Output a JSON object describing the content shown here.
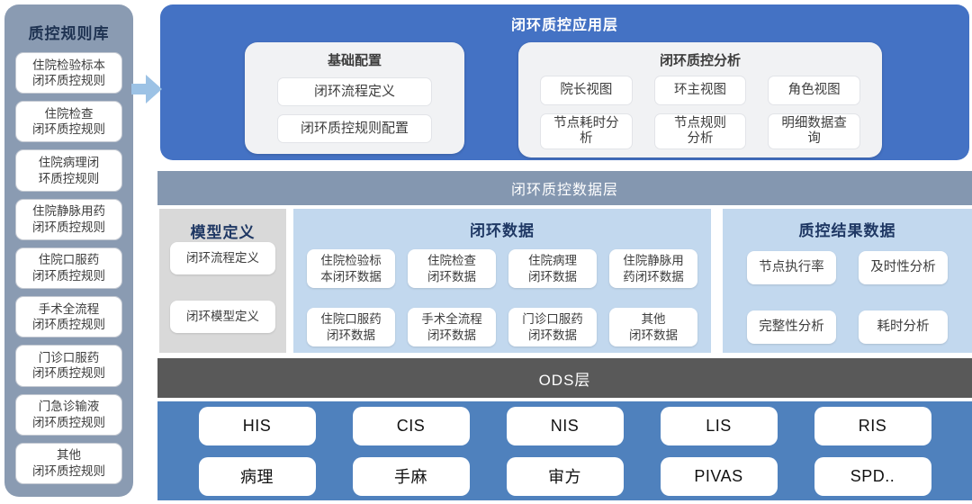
{
  "colors": {
    "app_layer_blue": "#4472c4",
    "sidebar_blue_gray": "#8a9bb2",
    "data_header_blue_gray": "#8497b0",
    "light_blue_panel": "#c2d8ee",
    "gray_panel": "#d9d9d9",
    "ods_header_gray": "#595959",
    "ods_body_blue": "#4f81bd",
    "arrow_light_blue": "#9cc2e5",
    "section_title_navy": "#1f3864"
  },
  "sidebar": {
    "title": "质控规则库",
    "items": [
      {
        "label": "住院检验标本\n闭环质控规则"
      },
      {
        "label": "住院检查\n闭环质控规则"
      },
      {
        "label": "住院病理闭\n环质控规则"
      },
      {
        "label": "住院静脉用药\n闭环质控规则"
      },
      {
        "label": "住院口服药\n闭环质控规则"
      },
      {
        "label": "手术全流程\n闭环质控规则"
      },
      {
        "label": "门诊口服药\n闭环质控规则"
      },
      {
        "label": "门急诊输液\n闭环质控规则"
      },
      {
        "label": "其他\n闭环质控规则"
      }
    ]
  },
  "arrow": {
    "icon": "arrow-right-icon"
  },
  "app_layer": {
    "title": "闭环质控应用层",
    "basic_config": {
      "title": "基础配置",
      "buttons": [
        "闭环流程定义",
        "闭环质控规则配置"
      ]
    },
    "analysis": {
      "title": "闭环质控分析",
      "buttons": [
        "院长视图",
        "环主视图",
        "角色视图",
        "节点耗时分\n析",
        "节点规则\n分析",
        "明细数据查\n询"
      ]
    }
  },
  "data_layer": {
    "title": "闭环质控数据层",
    "model_section": {
      "title": "模型定义",
      "buttons": [
        "闭环流程定义",
        "闭环模型定义"
      ]
    },
    "loop_data_section": {
      "title": "闭环数据",
      "buttons": [
        "住院检验标\n本闭环数据",
        "住院检查\n闭环数据",
        "住院病理\n闭环数据",
        "住院静脉用\n药闭环数据",
        "住院口服药\n闭环数据",
        "手术全流程\n闭环数据",
        "门诊口服药\n闭环数据",
        "其他\n闭环数据"
      ]
    },
    "result_section": {
      "title": "质控结果数据",
      "buttons": [
        "节点执行率",
        "及时性分析",
        "完整性分析",
        "耗时分析"
      ]
    }
  },
  "ods_layer": {
    "title": "ODS层",
    "systems": [
      "HIS",
      "CIS",
      "NIS",
      "LIS",
      "RIS",
      "病理",
      "手麻",
      "审方",
      "PIVAS",
      "SPD.."
    ]
  }
}
